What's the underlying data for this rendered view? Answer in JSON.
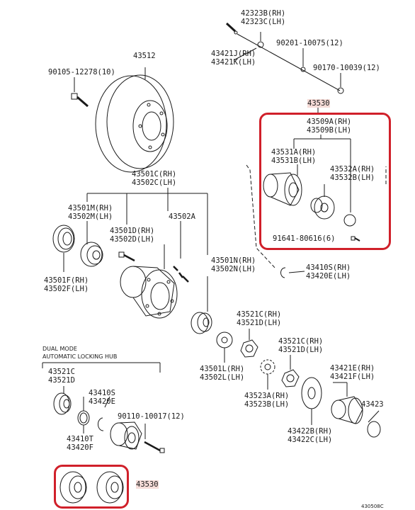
{
  "labels": {
    "p42323": "42323B(RH)\n42323C(LH)",
    "p90201": "90201-10075(12)",
    "p43421jk": "43421J(RH)\n43421K(LH)",
    "p90170": "90170-10039(12)",
    "p43512": "43512",
    "p90105": "90105-12278(10)",
    "p43530_top": "43530",
    "p43509": "43509A(RH)\n43509B(LH)",
    "p43531": "43531A(RH)\n43531B(LH)",
    "p43532": "43532A(RH)\n43532B(LH)",
    "p91641": "91641-80616(6)",
    "p43501c": "43501C(RH)\n43502C(LH)",
    "p43501m": "43501M(RH)\n43502M(LH)",
    "p43501d": "43501D(RH)\n43502D(LH)",
    "p43502a": "43502A",
    "p43501n": "43501N(RH)\n43502N(LH)",
    "p43410s_r": "43410S(RH)\n43420E(LH)",
    "p43501f": "43501F(RH)\n43502F(LH)",
    "p43521c_r": "43521C(RH)\n43521D(LH)",
    "p43521c_r2": "43521C(RH)\n43521D(LH)",
    "p43501l": "43501L(RH)\n43502L(LH)",
    "p43523": "43523A(RH)\n43523B(LH)",
    "p43421ef": "43421E(RH)\n43421F(LH)",
    "p43423": "43423",
    "p43422": "43422B(RH)\n43422C(LH)",
    "p43521c_l": "43521C\n43521D",
    "p43410s_l": "43410S\n43420E",
    "p90110": "90110-10017(12)",
    "p43410t": "43410T\n43420F",
    "p43530_bot": "43530"
  },
  "note": {
    "line1": "DUAL MODE",
    "line2": "AUTOMATIC LOCKING HUB"
  },
  "footer": {
    "code": "430508C"
  },
  "colors": {
    "line": "#1a1a1a",
    "highlight_frame": "#d0202a",
    "highlight_fill": "#f6dcd8"
  }
}
